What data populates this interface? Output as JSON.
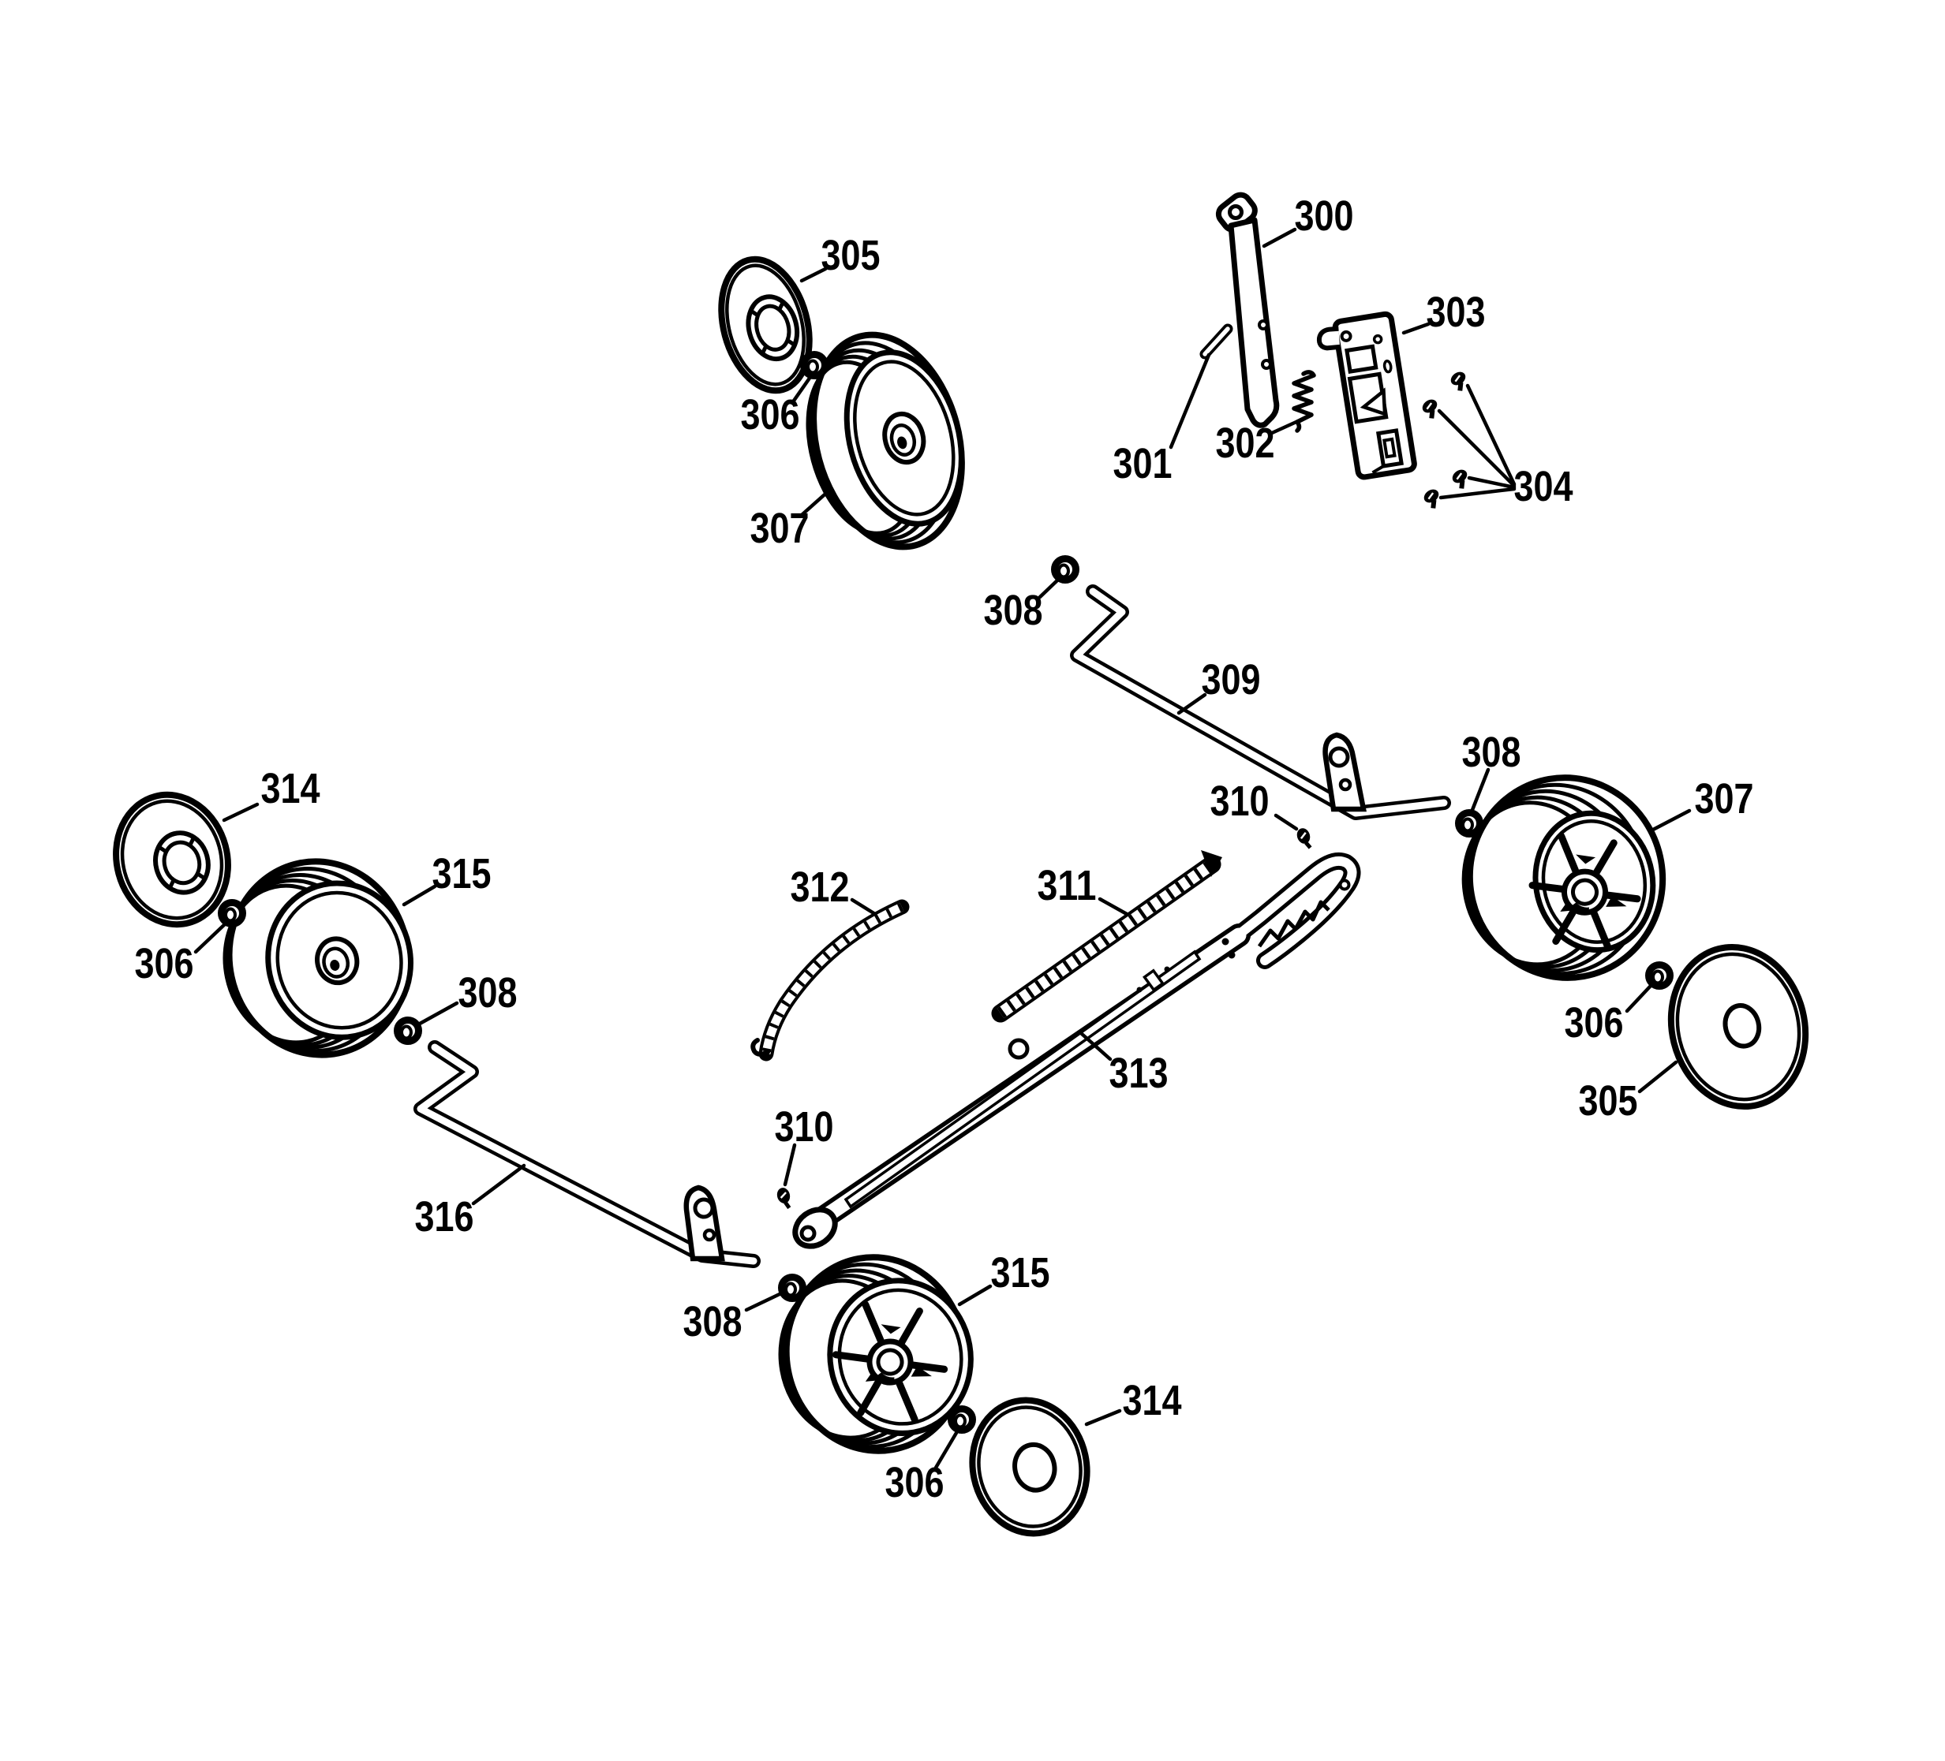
{
  "diagram": {
    "type": "exploded-parts-diagram",
    "background_color": "#ffffff",
    "line_color": "#000000",
    "part_numbers_visible": [
      "300",
      "301",
      "302",
      "303",
      "304",
      "305",
      "306",
      "307",
      "308",
      "309",
      "310",
      "311",
      "312",
      "313",
      "314",
      "315",
      "316"
    ],
    "callouts": [
      "300",
      "301",
      "302",
      "303",
      "304",
      "305",
      "306",
      "307",
      "308",
      "309",
      "310",
      "308",
      "307",
      "306",
      "305",
      "314",
      "315",
      "306",
      "308",
      "312",
      "311",
      "313",
      "310",
      "316",
      "308",
      "315",
      "306",
      "314"
    ]
  }
}
